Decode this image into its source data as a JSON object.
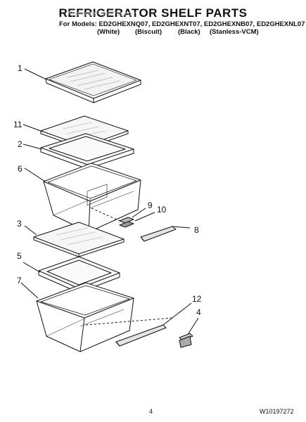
{
  "header": {
    "title": "REFRIGERATOR SHELF PARTS",
    "models_line": "For Models: ED2GHEXNQ07, ED2GHEXNT07, ED2GHEXNB07, ED2GHEXNL07",
    "finishes": [
      "(White)",
      "(Biscuit)",
      "(Black)",
      "(Stanless-VCM)"
    ]
  },
  "watermark": "AppliancePartsPros.com",
  "callouts": [
    "1",
    "11",
    "2",
    "6",
    "9",
    "10",
    "8",
    "3",
    "5",
    "7",
    "12",
    "4"
  ],
  "footer": {
    "page": "4",
    "doc_number": "W10197272"
  }
}
